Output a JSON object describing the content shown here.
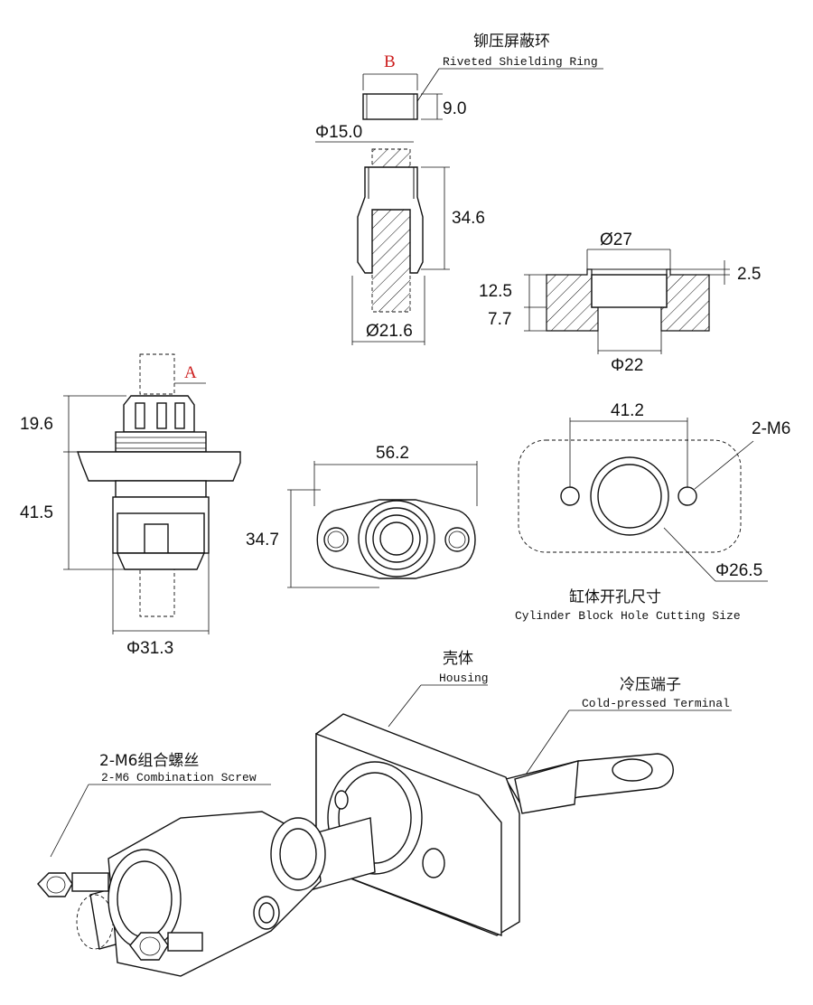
{
  "labels": {
    "ring_cn": "铆压屏蔽环",
    "ring_en": "Riveted Shielding Ring",
    "hole_cn": "缸体开孔尺寸",
    "hole_en": "Cylinder Block Hole Cutting Size",
    "housing_cn": "壳体",
    "housing_en": "Housing",
    "terminal_cn": "冷压端子",
    "terminal_en": "Cold-pressed Terminal",
    "screw_cn": "2-M6组合螺丝",
    "screw_en": "2-M6 Combination Screw",
    "mark_a": "A",
    "mark_b": "B"
  },
  "dims": {
    "ring_height": "9.0",
    "ring_dia": "Φ15.0",
    "sleeve_len": "34.6",
    "sleeve_dia": "Ø21.6",
    "cut_top_dia": "Ø27",
    "cut_step_top": "2.5",
    "cut_depth1": "12.5",
    "cut_depth2": "7.7",
    "cut_bottom_dia": "Φ22",
    "conn_top_height": "19.6",
    "conn_body_height": "41.5",
    "conn_dia": "Φ31.3",
    "flange_width": "56.2",
    "flange_height": "34.7",
    "hole_spacing": "41.2",
    "screw_spec": "2-M6",
    "bore_dia": "Φ26.5"
  },
  "colors": {
    "line": "#111111",
    "accent": "#cc1d1d"
  }
}
